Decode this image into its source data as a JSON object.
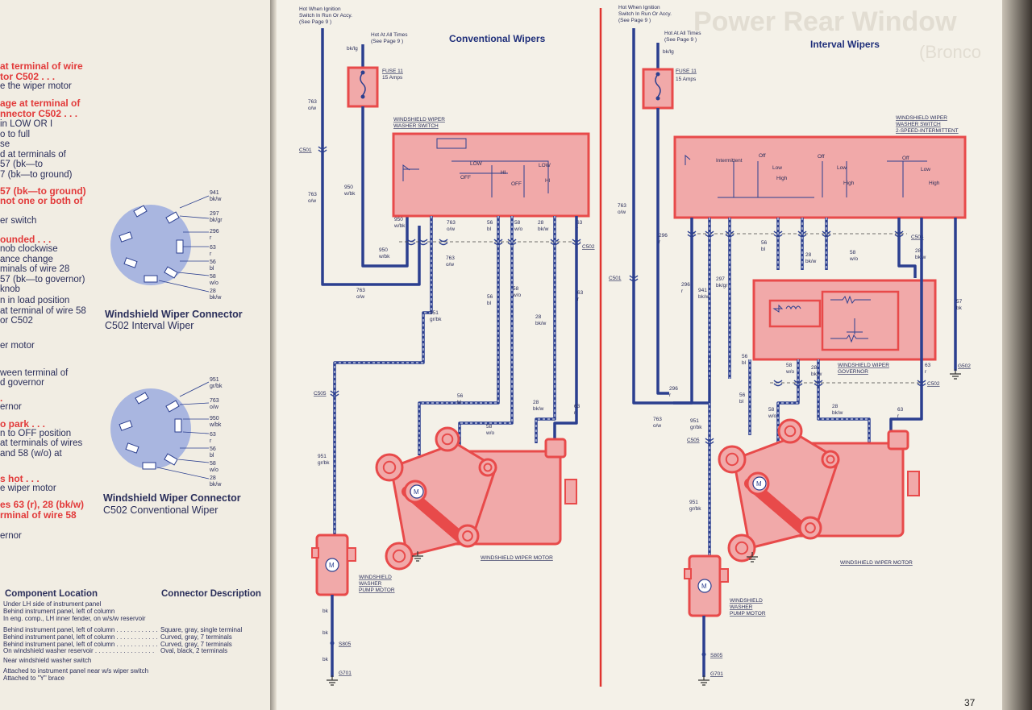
{
  "left_page": {
    "troubleshoot_lines": [
      {
        "text": "at terminal of wire",
        "style": "red"
      },
      {
        "text": "tor C502 . . .",
        "style": "red"
      },
      {
        "text": "e the wiper motor",
        "style": "normal"
      },
      {
        "text": "age at terminal of",
        "style": "red"
      },
      {
        "text": "nnector C502 . . .",
        "style": "red"
      },
      {
        "text": "in LOW OR I",
        "style": "normal"
      },
      {
        "text": "o to full",
        "style": "normal"
      },
      {
        "text": "se",
        "style": "normal"
      },
      {
        "text": "d at terminals of",
        "style": "normal"
      },
      {
        "text": "57 (bk—to",
        "style": "normal"
      },
      {
        "text": "7 (bk—to ground)",
        "style": "normal"
      },
      {
        "text": "57 (bk—to ground)",
        "style": "red"
      },
      {
        "text": "not one or both of",
        "style": "red"
      },
      {
        "text": "er switch",
        "style": "normal"
      },
      {
        "text": "ounded . . .",
        "style": "red"
      },
      {
        "text": "nob clockwise",
        "style": "normal"
      },
      {
        "text": "ance change",
        "style": "normal"
      },
      {
        "text": "minals of wire 28",
        "style": "normal"
      },
      {
        "text": "57 (bk—to governor)",
        "style": "normal"
      },
      {
        "text": "knob",
        "style": "normal"
      },
      {
        "text": "n in load position",
        "style": "normal"
      },
      {
        "text": "at terminal of wire 58",
        "style": "normal"
      },
      {
        "text": "or C502",
        "style": "normal"
      },
      {
        "text": "er motor",
        "style": "normal"
      },
      {
        "text": "ween terminal of",
        "style": "normal"
      },
      {
        "text": "d governor",
        "style": "normal"
      },
      {
        "text": ".",
        "style": "red"
      },
      {
        "text": "ernor",
        "style": "normal"
      },
      {
        "text": "o park . . .",
        "style": "red"
      },
      {
        "text": "n to OFF position",
        "style": "normal"
      },
      {
        "text": "at terminals of wires",
        "style": "normal"
      },
      {
        "text": "and 58 (w/o) at",
        "style": "normal"
      },
      {
        "text": "s hot . . .",
        "style": "red"
      },
      {
        "text": "e wiper motor",
        "style": "normal"
      },
      {
        "text": "es 63 (r), 28 (bk/w)",
        "style": "red"
      },
      {
        "text": "rminal of wire 58",
        "style": "red"
      },
      {
        "text": "ernor",
        "style": "normal"
      }
    ],
    "connector_interval": {
      "title": "Windshield Wiper Connector",
      "subtitle": "C502 Interval Wiper",
      "pins": [
        "941",
        "bk/w",
        "297",
        "bk/gr",
        "296",
        "r",
        "63",
        "r",
        "56",
        "bl",
        "58",
        "w/o",
        "28",
        "bk/w"
      ]
    },
    "connector_conventional": {
      "title": "Windshield Wiper Connector",
      "subtitle": "C502 Conventional Wiper",
      "pins": [
        "951",
        "gr/bk",
        "763",
        "o/w",
        "950",
        "w/bk",
        "63",
        "r",
        "56",
        "bl",
        "58",
        "w/o",
        "28",
        "bk/w"
      ]
    },
    "component_location_title": "Component Location",
    "connector_description_title": "Connector Description",
    "location_lines": [
      "Under LH side of instrument panel",
      "Behind instrument panel, left of column",
      "In eng. comp., LH inner fender, on w/s/w reservoir",
      "Behind instrument panel, left of column . . . . . . . . . . . .",
      "Behind instrument panel, left of column . . . . . . . . . . . .",
      "Behind instrument panel, left of column . . . . . . . . . . . .",
      "On windshield washer reservoir . . . . . . . . . . . . . . . . .",
      "Near windshield washer switch",
      "Attached to instrument panel near w/s wiper switch",
      "Attached to \"Y\" brace"
    ],
    "description_lines": [
      "Square, gray, single terminal",
      "Curved, gray, 7 terminals",
      "Curved, gray, 7 terminals",
      "Oval, black, 2 terminals"
    ]
  },
  "conventional": {
    "title": "Conventional Wipers",
    "hot_run": [
      "Hot When Ignition",
      "Switch In Run Or Accy.",
      "(See Page  9 )"
    ],
    "hot_all": [
      "Hot At All Times",
      "(See Page  9 )"
    ],
    "feed_wire": "bk/lg",
    "fuse": [
      "FUSE 11",
      "15 Amps"
    ],
    "switch_label": [
      "WINDSHIELD WIPER",
      "WASHER SWITCH"
    ],
    "switch_labels": [
      "LOW",
      "HI",
      "OFF",
      "LOW",
      "HI",
      "OFF"
    ],
    "motor_label": "WINDSHIELD WIPER MOTOR",
    "pump_label": [
      "WINDSHIELD",
      "WASHER",
      "PUMP MOTOR"
    ],
    "connectors": [
      "C501",
      "C502",
      "C505",
      "S805",
      "G701"
    ],
    "wires": [
      "763",
      "o/w",
      "950",
      "w/bk",
      "951",
      "gr/bk",
      "56",
      "bl",
      "58",
      "w/o",
      "28",
      "bk/w",
      "63",
      "r",
      "bk"
    ]
  },
  "interval": {
    "title": "Interval Wipers",
    "hot_run": [
      "Hot When Ignition",
      "Switch In Run Or Accy.",
      "(See Page  9 )"
    ],
    "hot_all": [
      "Hot At All Times",
      "(See Page  9 )"
    ],
    "feed_wire": "bk/lg",
    "fuse": [
      "FUSE 11",
      "15 Amps"
    ],
    "switch_label": [
      "WINDSHIELD WIPER",
      "WASHER SWITCH",
      "2-SPEED-INTERMITTENT"
    ],
    "switch_labels": [
      "Intermittent",
      "Off",
      "Low",
      "High",
      "Off",
      "Low",
      "High",
      "Off",
      "Low",
      "High"
    ],
    "governor_label": [
      "WINDSHIELD WIPER",
      "GOVERNOR"
    ],
    "motor_label": "WINDSHIELD WIPER MOTOR",
    "pump_label": [
      "WINDSHIELD",
      "WASHER",
      "PUMP MOTOR"
    ],
    "connectors": [
      "C501",
      "C502",
      "C504",
      "C505",
      "G502",
      "S805",
      "G701"
    ],
    "wires": [
      "763",
      "o/w",
      "296",
      "r",
      "941",
      "bk/w",
      "297",
      "bk/gr",
      "56",
      "bl",
      "58",
      "w/o",
      "28",
      "bk/w",
      "63",
      "r",
      "57",
      "bk",
      "951",
      "gr/bk"
    ]
  },
  "ghost_header": "Power Rear Window",
  "ghost_sub": "(Bronco",
  "page_number": "37",
  "colors": {
    "wire": "#2b3f8f",
    "component": "#e84a4a",
    "component_fill": "#f1a9a9",
    "text": "#2a2e5a",
    "red_text": "#e23a3a",
    "divider": "#e0342f"
  }
}
